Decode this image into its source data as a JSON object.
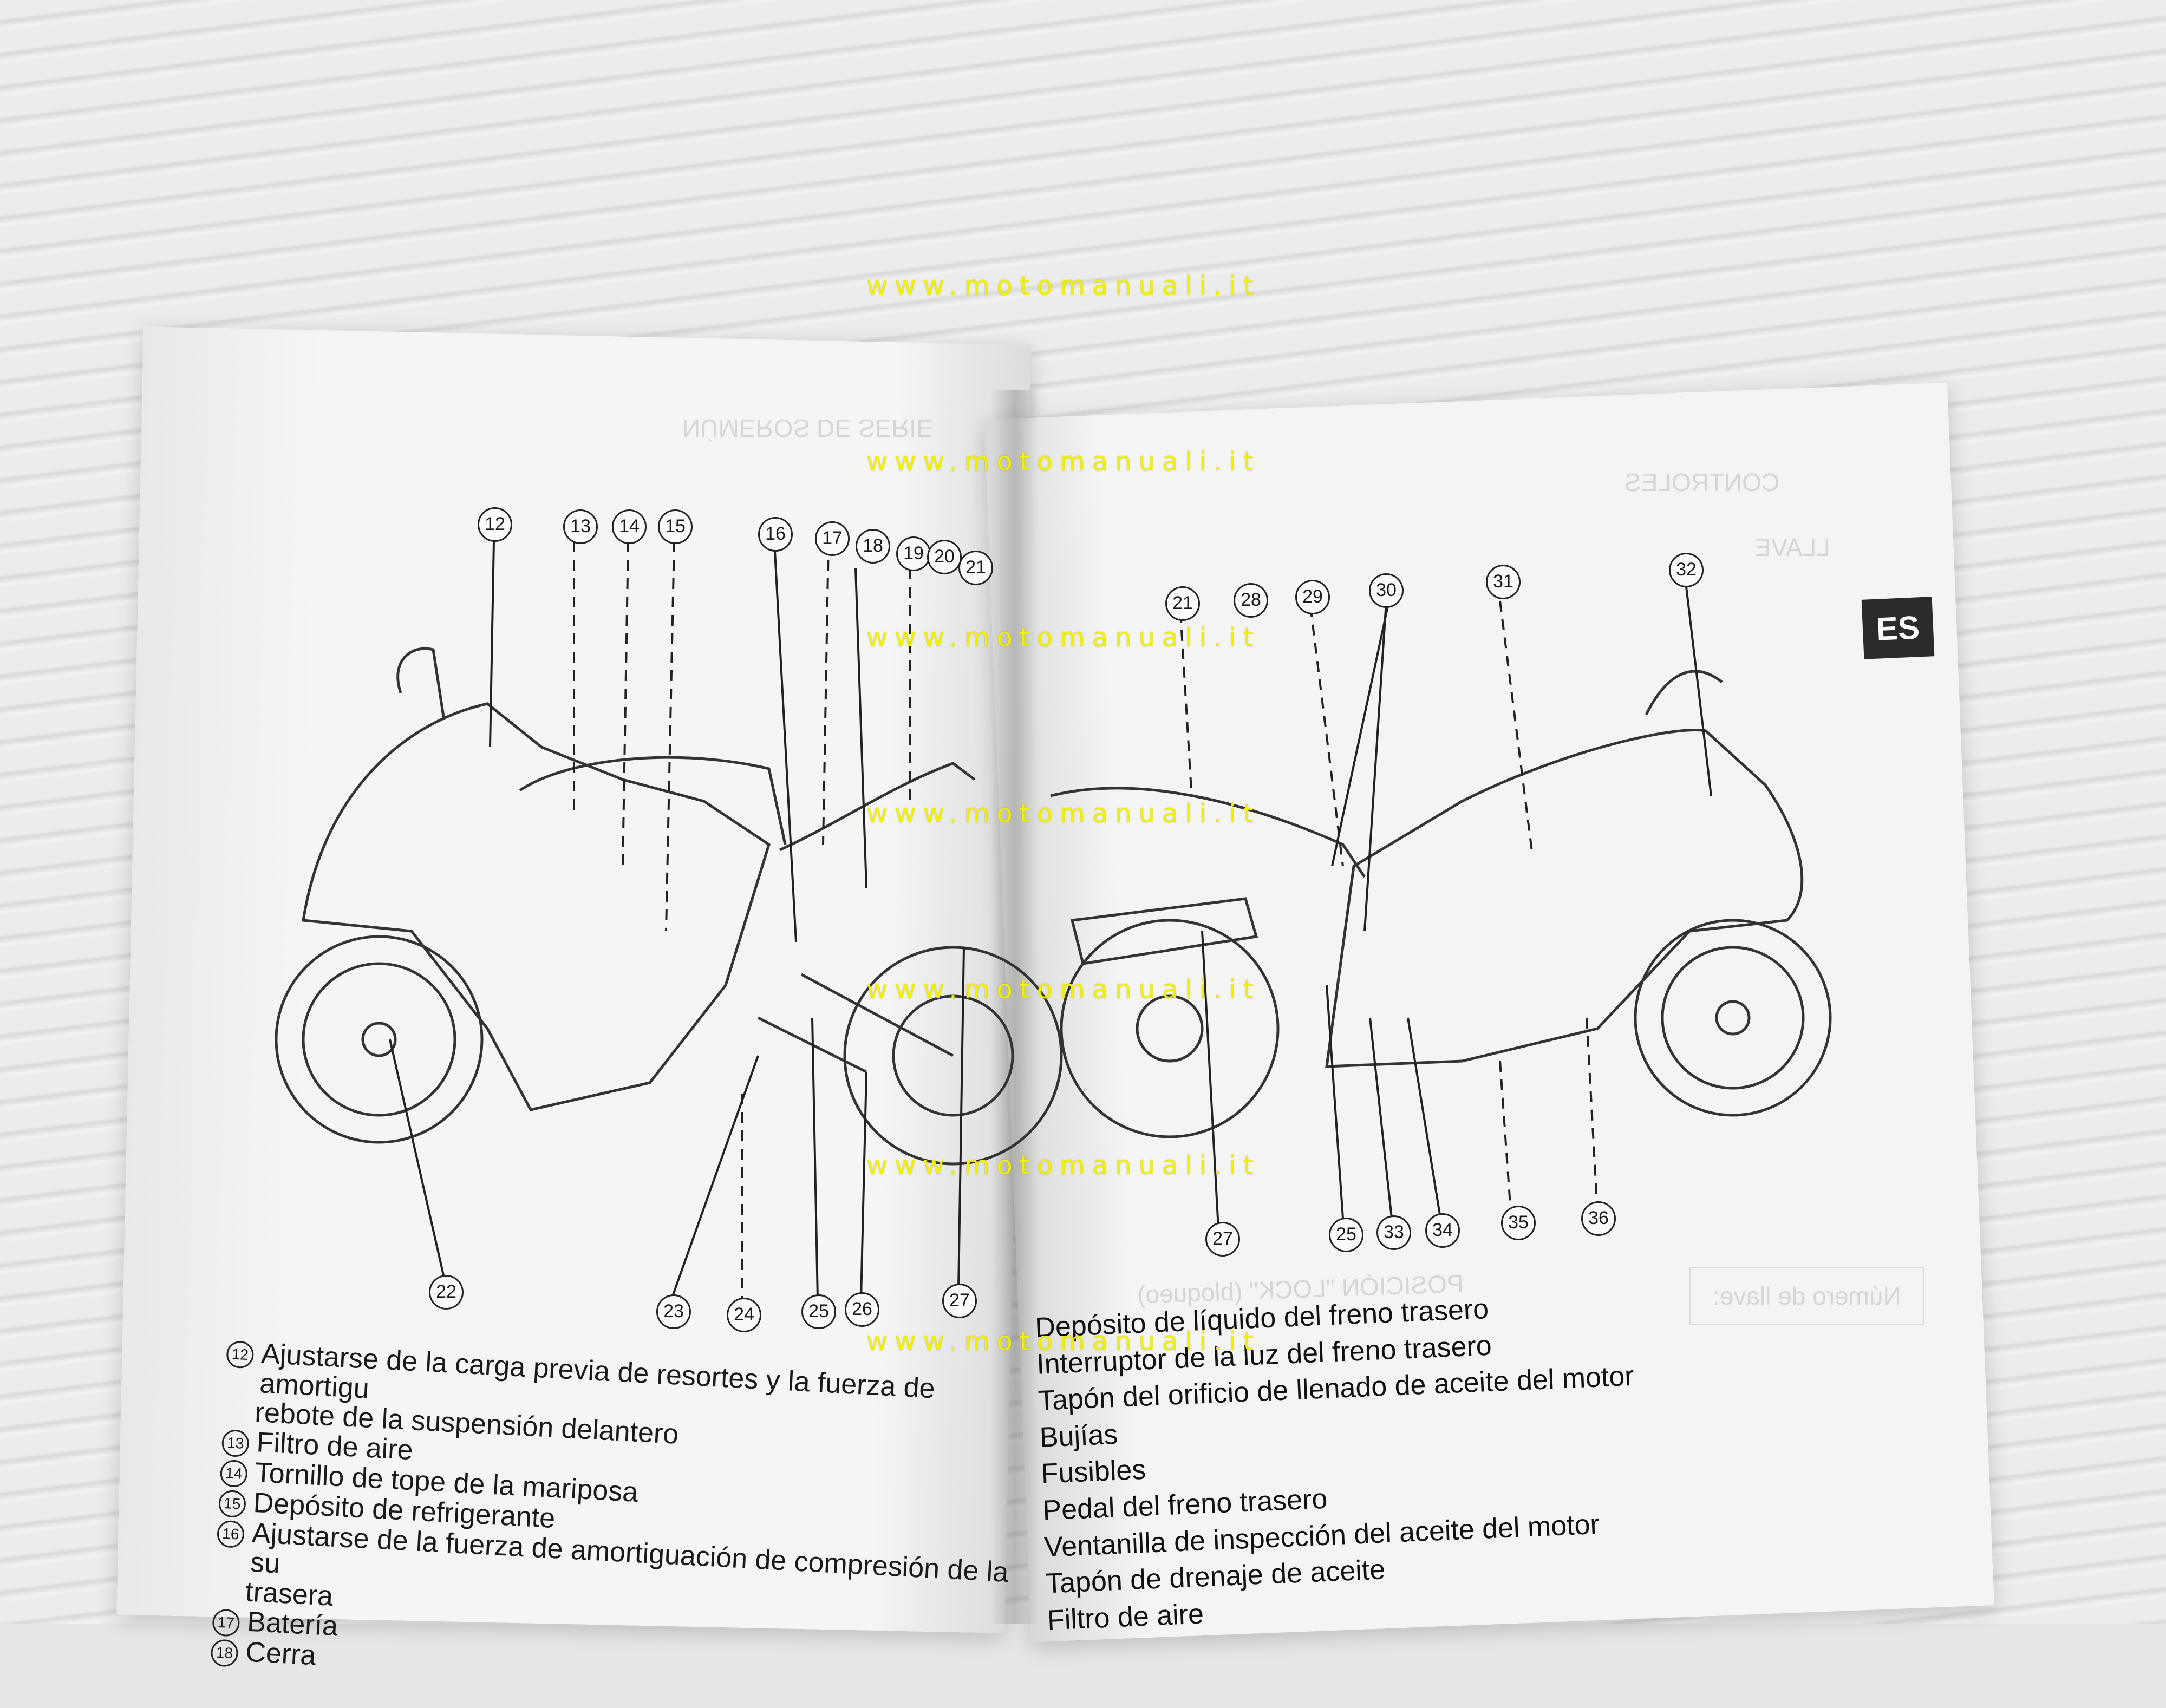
{
  "watermark": "www.motomanuali.it",
  "tab_label": "ES",
  "callouts_left": [
    "12",
    "13",
    "14",
    "15",
    "16",
    "17",
    "18",
    "19",
    "20",
    "21",
    "22",
    "23",
    "24",
    "25",
    "26",
    "27"
  ],
  "callouts_right": [
    "21",
    "28",
    "29",
    "30",
    "31",
    "32",
    "27",
    "25",
    "33",
    "34",
    "35",
    "36"
  ],
  "legend_left": [
    {
      "n": "12",
      "text": "Ajustarse de la carga previa de resortes y la fuerza de amortigu"
    },
    {
      "n": "",
      "text": "rebote de la suspensión delantero"
    },
    {
      "n": "13",
      "text": "Filtro de aire"
    },
    {
      "n": "14",
      "text": "Tornillo de tope de la mariposa"
    },
    {
      "n": "15",
      "text": "Depósito de refrigerante"
    },
    {
      "n": "16",
      "text": "Ajustarse de la fuerza de amortiguación de compresión de la su"
    },
    {
      "n": "",
      "text": "trasera"
    },
    {
      "n": "17",
      "text": "Batería"
    },
    {
      "n": "18",
      "text": "Cerra"
    }
  ],
  "legend_right": [
    "Depósito de líquido del freno trasero",
    "Interruptor de la luz del freno trasero",
    "Tapón del orificio de llenado de aceite del motor",
    "Bujías",
    "Fusibles",
    "Pedal del freno trasero",
    "Ventanilla de inspección del aceite del motor",
    "Tapón de drenaje de aceite",
    "Filtro de aire"
  ],
  "ghost_text": {
    "left_heading": "NÚMEROS DE SERIE",
    "right_heading": "CONTROLES",
    "right_sub": "LLAVE",
    "left_lock": "POSICIÓN \"LOCK\" (bloqueo)",
    "key_box": "Número de llave:"
  }
}
